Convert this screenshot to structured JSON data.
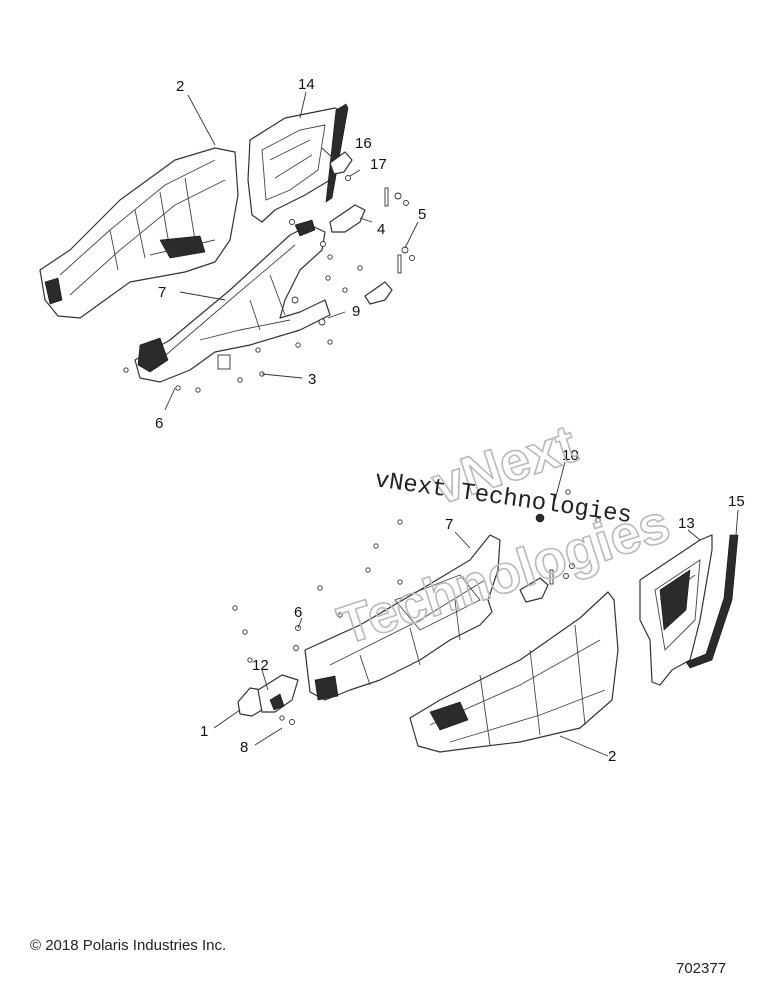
{
  "callouts": {
    "c2_top": "2",
    "c14": "14",
    "c16": "16",
    "c17": "17",
    "c4": "4",
    "c5": "5",
    "c7_top": "7",
    "c9": "9",
    "c3": "3",
    "c6_top": "6",
    "c10": "10",
    "c7_bottom": "7",
    "c13": "13",
    "c15": "15",
    "c6_bottom": "6",
    "c12": "12",
    "c1": "1",
    "c8": "8",
    "c2_bottom": "2"
  },
  "watermark": {
    "line_mono": "vNext Technologies",
    "line1": "vNext",
    "line2": "Technologies"
  },
  "footer": {
    "copyright": "© 2018 Polaris Industries Inc.",
    "drawing_number": "702377"
  }
}
